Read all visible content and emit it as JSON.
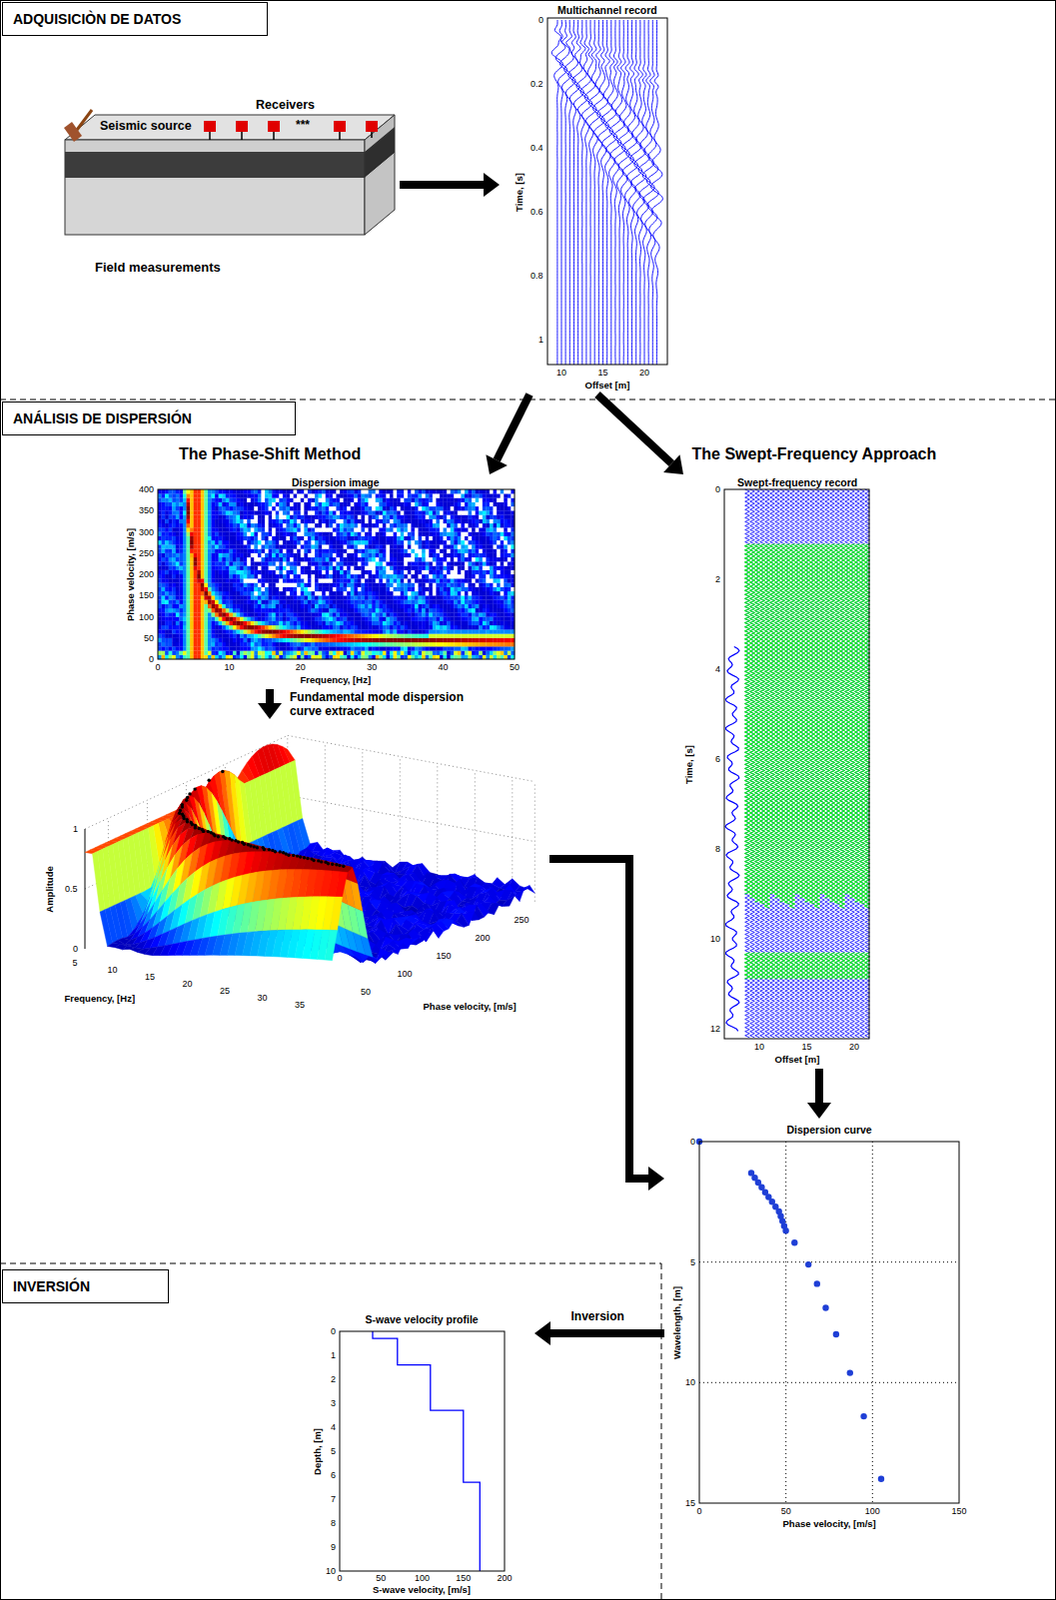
{
  "diagram": {
    "nodes": [
      {
        "text": [
          "ADQUISICIÒN DE DATOS"
        ]
      },
      {
        "text": [
          "Seismic source",
          "Receivers",
          "***",
          "Field measurements"
        ],
        "in": 0
      },
      {
        "text": [
          "Multichannel record",
          "Time, [s]",
          "Offset [m]"
        ],
        "in": 0
      },
      {
        "text": [
          "ANÁLISIS DE DISPERSIÓN"
        ]
      },
      {
        "text": [
          "Dispersion image",
          "Phase velocity, [m/s]",
          "Frequency, [Hz]"
        ],
        "in": 3
      },
      {
        "text": [
          "Amplitude",
          "Frequency, [Hz]",
          "Phase velocity, [m/s]"
        ],
        "in": 3
      },
      {
        "text": [
          "Swept-frequency record",
          "Time, [s]",
          "Offset [m]"
        ],
        "in": 3
      },
      {
        "text": [
          "Dispersion curve",
          "Wavelength, [m]",
          "Phase velocity, [m/s]"
        ],
        "in": 3
      },
      {
        "text": [
          "INVERSIÓN"
        ]
      },
      {
        "text": [
          "S-wave velocity profile",
          "Depth, [m]",
          "S-wave velocity, [m/s]"
        ],
        "in": 8
      }
    ],
    "edges": [
      {
        "from": 1,
        "to": 2,
        "arrow": "to"
      },
      {
        "from": 2,
        "to": 4,
        "arrow": "to"
      },
      {
        "from": 2,
        "to": 6,
        "arrow": "to"
      },
      {
        "from": 4,
        "to": 5,
        "arrow": "to",
        "label": "Fundamental mode dispersion curve extraced"
      },
      {
        "from": 5,
        "to": 7,
        "arrow": "to"
      },
      {
        "from": 6,
        "to": 7,
        "arrow": "to"
      },
      {
        "from": 7,
        "to": 9,
        "arrow": "to",
        "label": "Inversion"
      }
    ],
    "labels": [
      "The Phase-Shift Method",
      "The Swept-Frequency Approach",
      "0",
      "0.2",
      "0.4",
      "0.6",
      "0.8",
      "1",
      "10",
      "15",
      "20",
      "0",
      "50",
      "100",
      "150",
      "200",
      "250",
      "300",
      "350",
      "400",
      "0",
      "10",
      "20",
      "30",
      "40",
      "50",
      "0",
      "0.5",
      "1",
      "5",
      "10",
      "15",
      "20",
      "25",
      "30",
      "35",
      "50",
      "100",
      "150",
      "200",
      "250",
      "0",
      "2",
      "4",
      "6",
      "8",
      "10",
      "12",
      "10",
      "15",
      "20",
      "0",
      "5",
      "10",
      "15",
      "0",
      "50",
      "100",
      "150",
      "0",
      "1",
      "2",
      "3",
      "4",
      "5",
      "6",
      "7",
      "8",
      "9",
      "10",
      "0",
      "50",
      "100",
      "150",
      "200"
    ]
  }
}
